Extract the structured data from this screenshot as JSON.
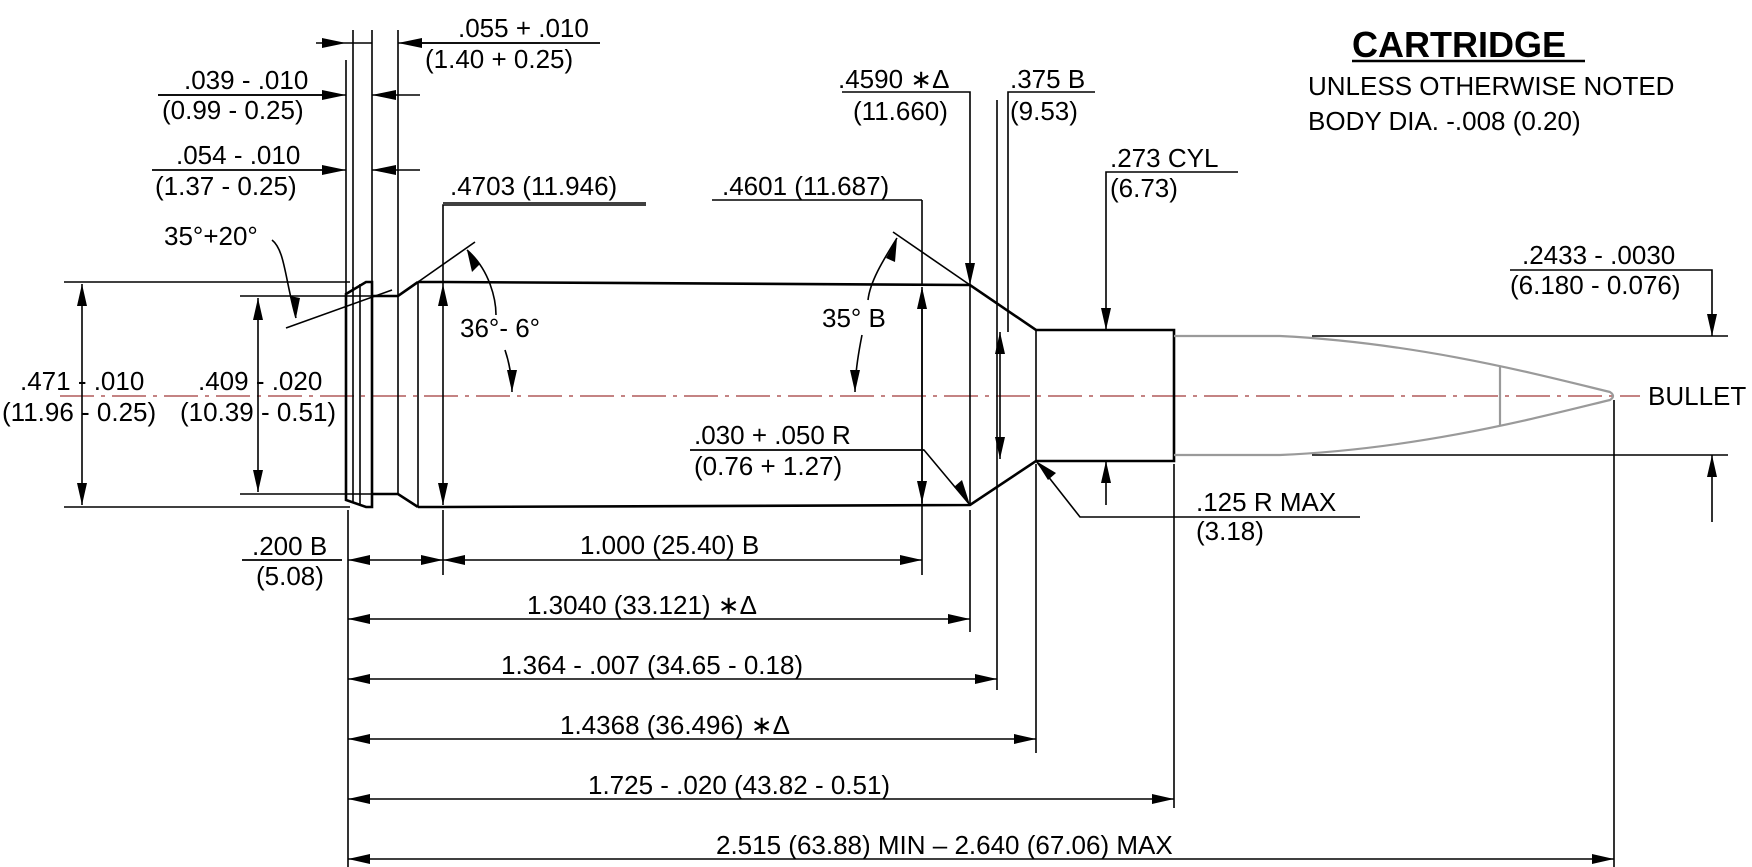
{
  "title": "CARTRIDGE",
  "notes": [
    "UNLESS OTHERWISE NOTED",
    "BODY DIA. -.008 (0.20)"
  ],
  "labels": {
    "rim_thick_top": ".039 - .010",
    "rim_thick_bot": "(0.99 - 0.25)",
    "extractor_top": ".054 - .010",
    "extractor_bot": "(1.37 - 0.25)",
    "groove_top": ".055 + .010",
    "groove_bot": "(1.40 + 0.25)",
    "rim_bevel": "35°+20°",
    "rim_dia_top": ".471 - .010",
    "rim_dia_bot": "(11.96 - 0.25)",
    "groove_dia_top": ".409 - .020",
    "groove_dia_bot": "(10.39 - 0.51)",
    "base_dia": ".4703 (11.946)",
    "extractor_angle": "36°- 6°",
    "shoulder_body_dia": ".4601 (11.687)",
    "shoulder_angle": "35° B",
    "shoulder_dia_top": ".4590 ∗Δ",
    "shoulder_dia_bot": "(11.660)",
    "neck_dia_top": ".375 B",
    "neck_dia_bot": "(9.53)",
    "neck_cyl_top": ".273 CYL",
    "neck_cyl_bot": "(6.73)",
    "bullet_dia_top": ".2433 - .0030",
    "bullet_dia_bot": "(6.180 - 0.076)",
    "bullet": "BULLET",
    "shoulder_radius_top": ".030 + .050 R",
    "shoulder_radius_bot": "(0.76 + 1.27)",
    "neck_radius_top": ".125 R MAX",
    "neck_radius_bot": "(3.18)",
    "rim_to_body_top": ".200 B",
    "rim_to_body_bot": "(5.08)",
    "body_len": "1.000 (25.40) B",
    "len_shoulder": "1.3040 (33.121) ∗Δ",
    "len_neck_start": "1.364 - .007 (34.65 - 0.18)",
    "len_neck_junction": "1.4368 (36.496) ∗Δ",
    "case_len": "1.725 - .020 (43.82 - 0.51)",
    "overall_len": "2.515 (63.88) MIN – 2.640 (67.06) MAX"
  }
}
